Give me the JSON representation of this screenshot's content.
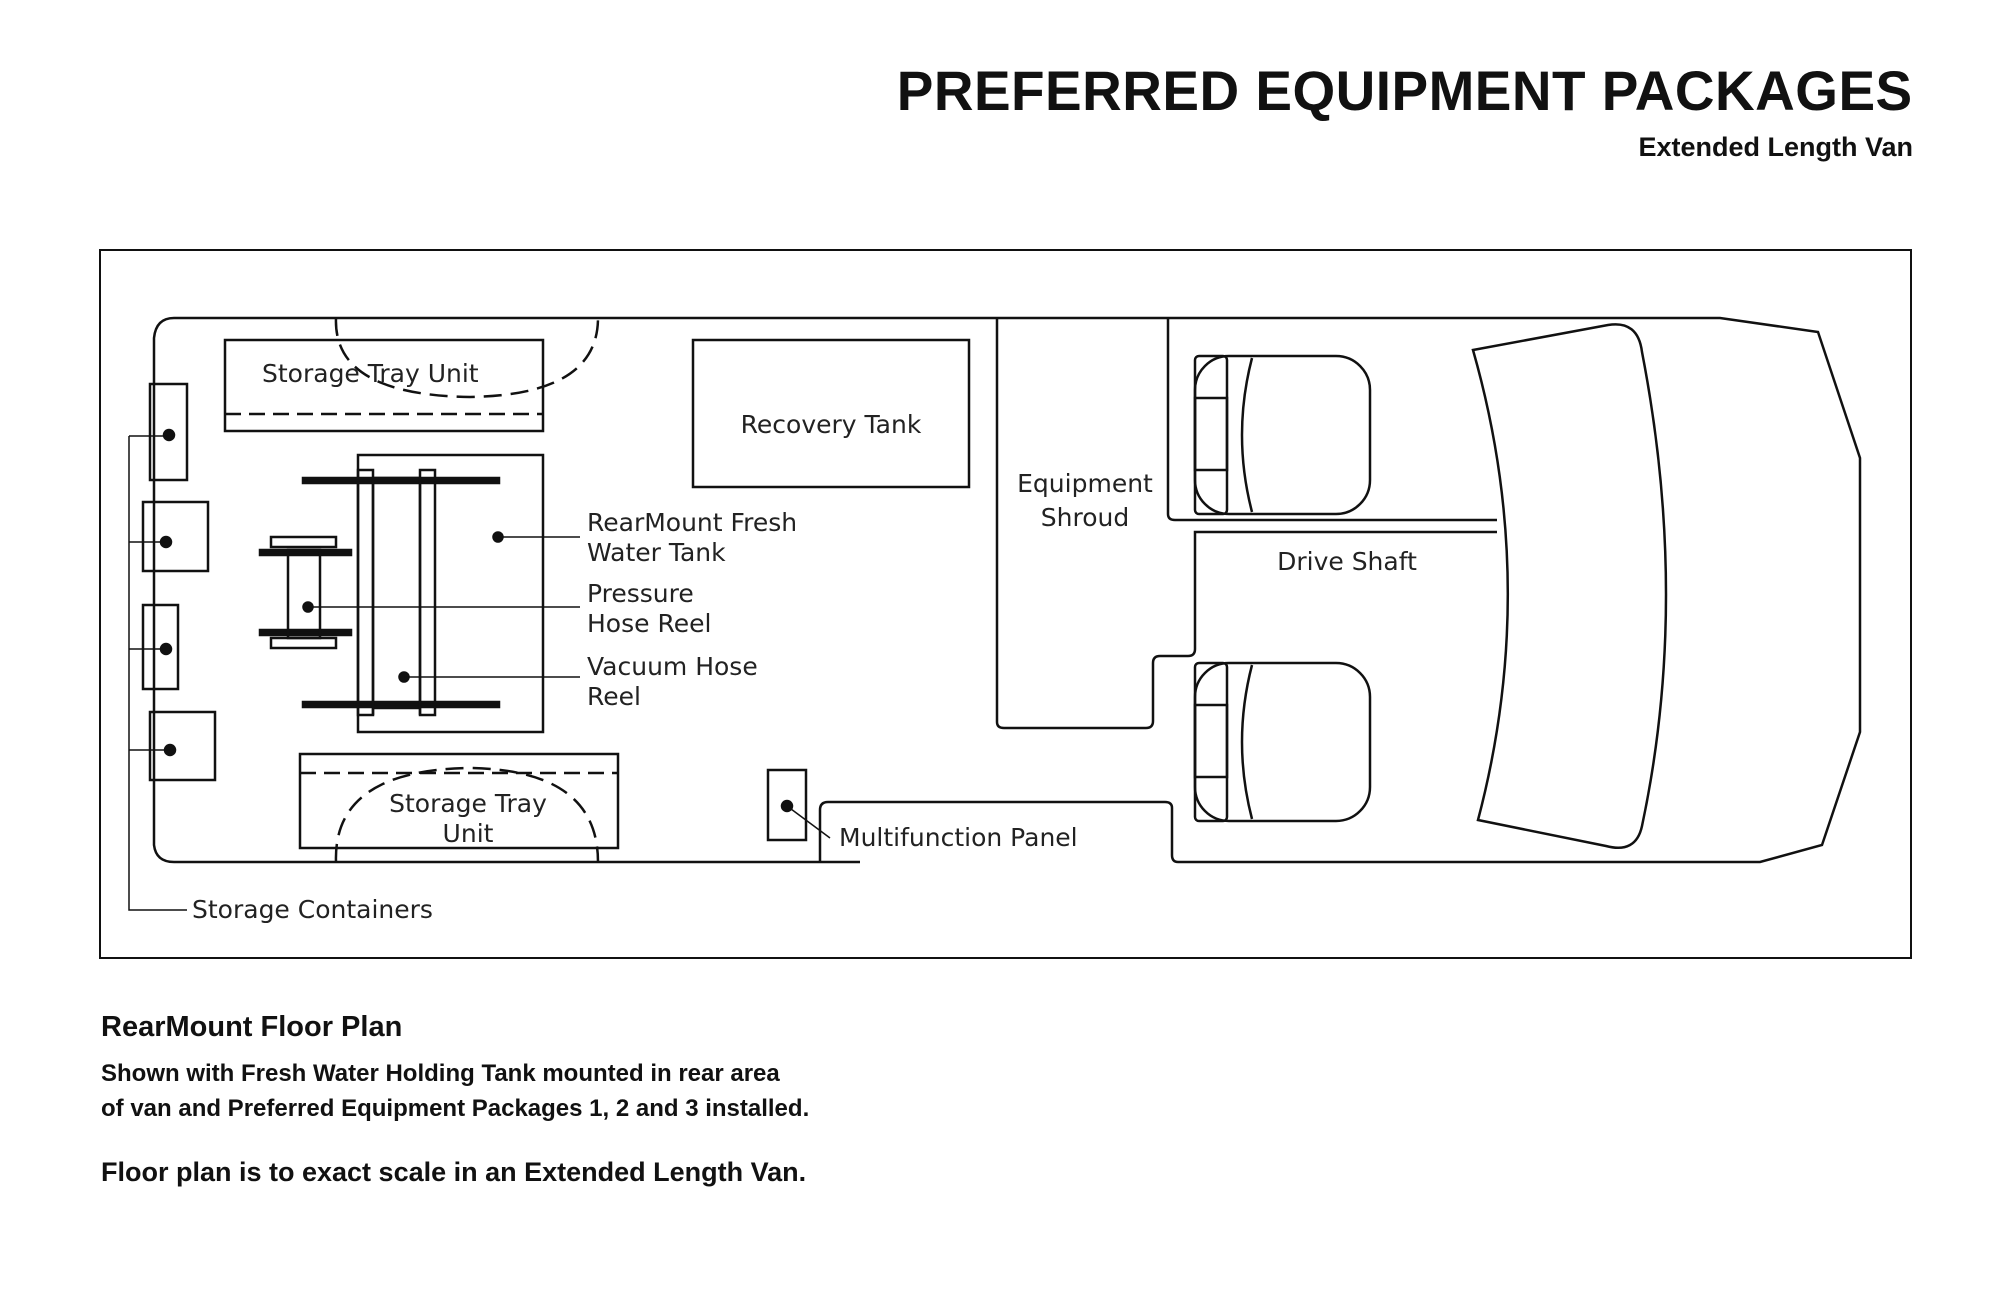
{
  "header": {
    "title": "PREFERRED EQUIPMENT PACKAGES",
    "subtitle": "Extended Length Van"
  },
  "diagram": {
    "labels": {
      "storage_tray_top": "Storage Tray Unit",
      "recovery_tank": "Recovery Tank",
      "equipment_shroud_1": "Equipment",
      "equipment_shroud_2": "Shroud",
      "drive_shaft": "Drive Shaft",
      "fresh_water_1": "RearMount Fresh",
      "fresh_water_2": "Water Tank",
      "pressure_reel_1": "Pressure",
      "pressure_reel_2": "Hose Reel",
      "vacuum_reel_1": "Vacuum Hose",
      "vacuum_reel_2": "Reel",
      "storage_tray_bottom_1": "Storage Tray",
      "storage_tray_bottom_2": "Unit",
      "multifunction_panel": "Multifunction Panel",
      "storage_containers": "Storage Containers"
    }
  },
  "caption": {
    "title": "RearMount Floor Plan",
    "line1": "Shown with Fresh Water Holding Tank mounted in rear area",
    "line2": "of van and Preferred Equipment Packages 1, 2 and 3 installed.",
    "note": "Floor plan is to exact scale in an Extended Length Van."
  }
}
